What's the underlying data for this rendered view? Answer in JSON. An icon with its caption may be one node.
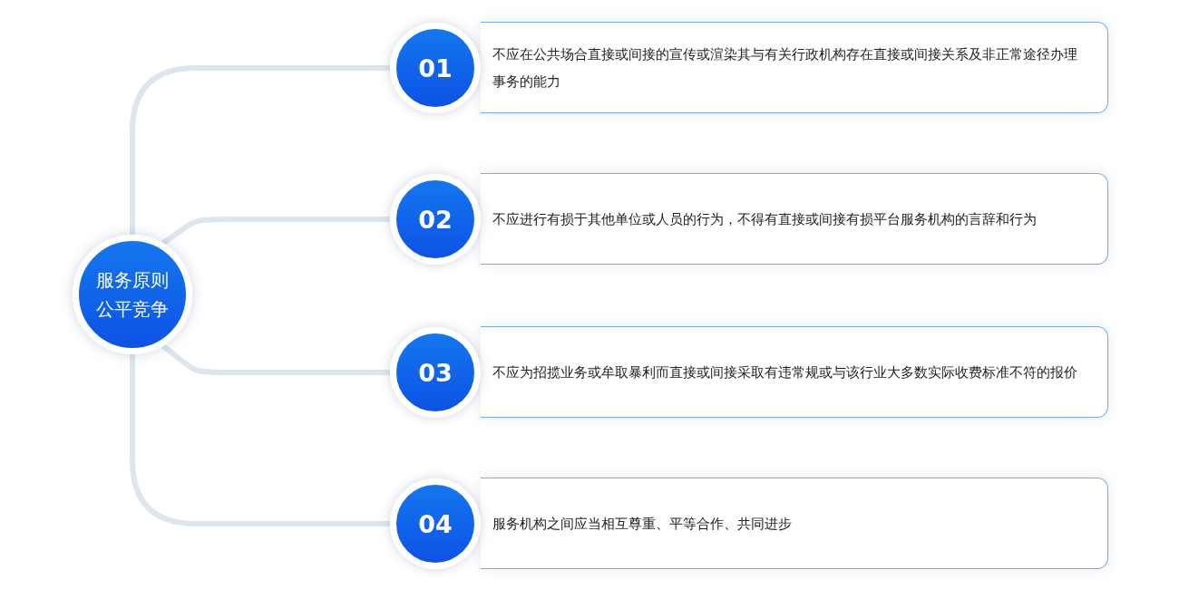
{
  "diagram": {
    "nodes": [
      {
        "text": [
          "服务原则",
          "公平竞争"
        ]
      },
      {
        "text": [
          "01"
        ]
      },
      {
        "text": [
          "不应在公共场合直接或间接的宣传或渲染其与有关行政机构存在直接或间接关系及非正常途径办理事务的能力"
        ]
      },
      {
        "text": [
          "02"
        ]
      },
      {
        "text": [
          "不应进行有损于其他单位或人员的行为，不得有直接或间接有损平台服务机构的言辞和行为"
        ]
      },
      {
        "text": [
          "03"
        ]
      },
      {
        "text": [
          "不应为招揽业务或牟取暴利而直接或间接采取有违常规或与该行业大多数实际收费标准不符的报价"
        ]
      },
      {
        "text": [
          "04"
        ]
      },
      {
        "text": [
          "服务机构之间应当相互尊重、平等合作、共同进步"
        ]
      }
    ],
    "edges": [
      {
        "from": 0,
        "to": 1,
        "arrow": "none"
      },
      {
        "from": 0,
        "to": 3,
        "arrow": "none"
      },
      {
        "from": 0,
        "to": 5,
        "arrow": "none"
      },
      {
        "from": 0,
        "to": 7,
        "arrow": "none"
      }
    ]
  }
}
